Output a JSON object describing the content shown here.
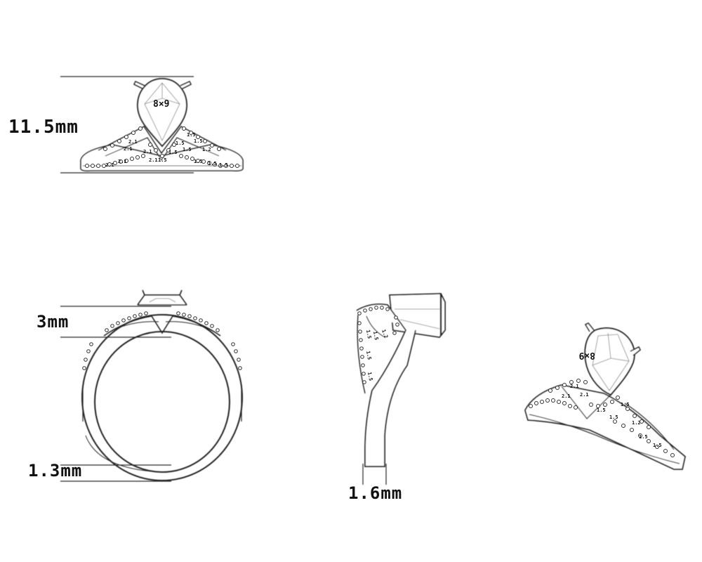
{
  "dimensions": {
    "height": "11.5mm",
    "head_height": "3mm",
    "band_thickness": "1.3mm",
    "band_width": "1.6mm"
  },
  "stone": {
    "size_label": "8×9"
  },
  "accent_stone_labels": {
    "left": "2.1",
    "right": "1.5",
    "mid": "1.2"
  }
}
